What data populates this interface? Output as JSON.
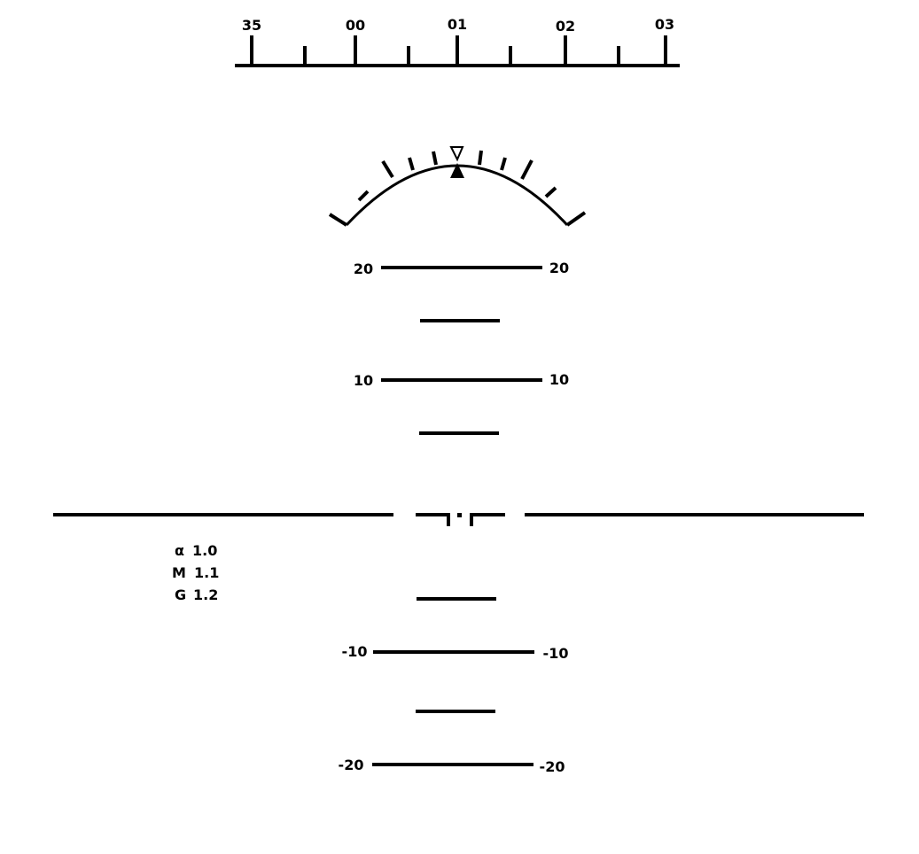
{
  "heading_scale": {
    "labels": [
      "35",
      "00",
      "01",
      "02",
      "03"
    ]
  },
  "bank_indicator": {
    "pointer_symbol": "triangle-up",
    "reference_symbol": "triangle-down-outline"
  },
  "pitch_ladder": {
    "rungs": [
      {
        "value": 20,
        "left_label": "20",
        "right_label": "20",
        "labeled": true
      },
      {
        "value": 15,
        "labeled": false
      },
      {
        "value": 10,
        "left_label": "10",
        "right_label": "10",
        "labeled": true
      },
      {
        "value": 5,
        "labeled": false
      },
      {
        "value": -5,
        "labeled": false
      },
      {
        "value": -10,
        "left_label": "-10",
        "right_label": "-10",
        "labeled": true
      },
      {
        "value": -15,
        "labeled": false
      },
      {
        "value": -20,
        "left_label": "-20",
        "right_label": "-20",
        "labeled": true
      }
    ]
  },
  "flight_data": [
    {
      "symbol": "α",
      "value": "1.0"
    },
    {
      "symbol": "M",
      "value": "1.1"
    },
    {
      "symbol": "G",
      "value": "1.2"
    }
  ],
  "colors": {
    "symbology": "#000000",
    "background": "#ffffff"
  }
}
